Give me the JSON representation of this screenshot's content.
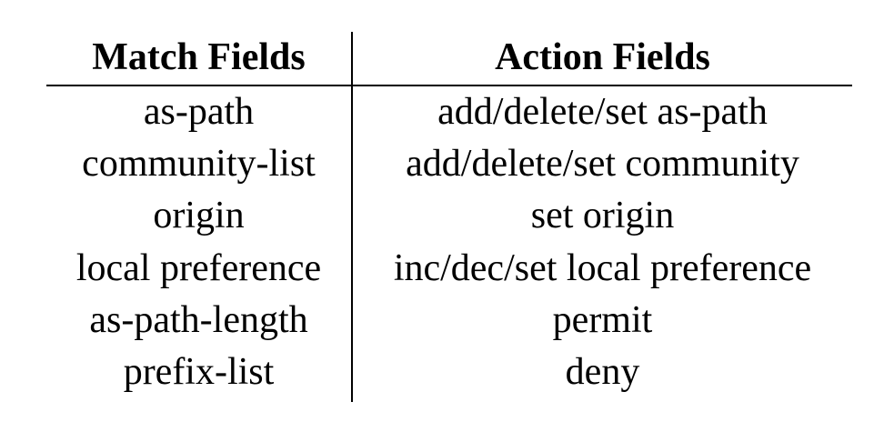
{
  "table": {
    "headers": {
      "match": "Match Fields",
      "action": "Action Fields"
    },
    "rows": [
      {
        "match": "as-path",
        "action": "add/delete/set as-path"
      },
      {
        "match": "community-list",
        "action": "add/delete/set community"
      },
      {
        "match": "origin",
        "action": "set origin"
      },
      {
        "match": "local preference",
        "action": "inc/dec/set local preference"
      },
      {
        "match": "as-path-length",
        "action": "permit"
      },
      {
        "match": "prefix-list",
        "action": "deny"
      }
    ]
  }
}
